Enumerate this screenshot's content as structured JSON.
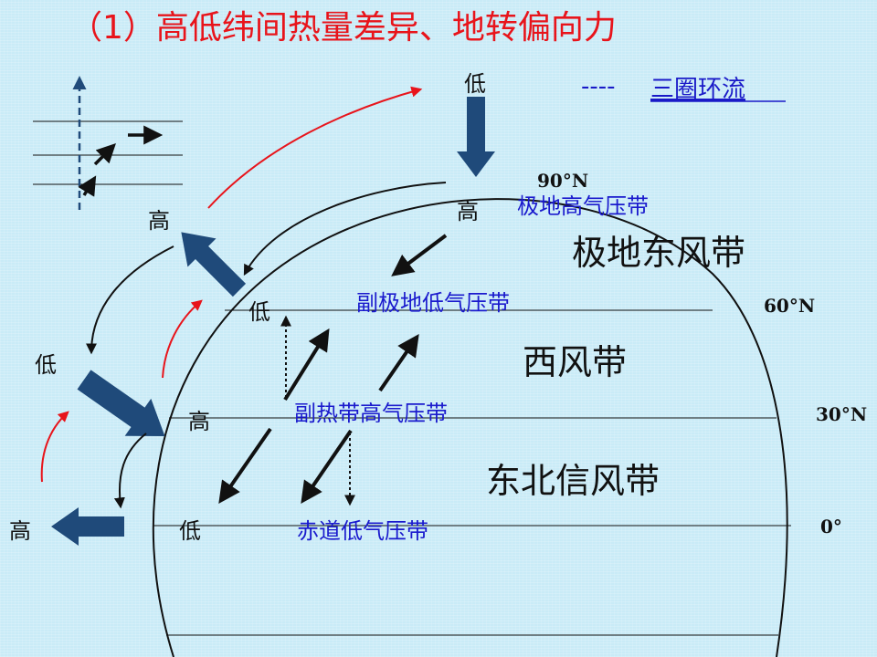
{
  "title": "（1）高低纬间热量差异、地转偏向力",
  "subtitle_sep": "----",
  "subtitle": "三圈环流",
  "latitudes": {
    "pole": "90°N",
    "lat60": "60°N",
    "lat30": "30°N",
    "equator": "0°"
  },
  "pressure_belts": {
    "polar_high": "极地高气压带",
    "subpolar_low": "副极地低气压带",
    "subtropical_high": "副热带高气压带",
    "equatorial_low": "赤道低气压带"
  },
  "wind_belts": {
    "polar_easterlies": "极地东风带",
    "westerlies": "西风带",
    "ne_trades": "东北信风带"
  },
  "pressure_marks": {
    "top_low": "低",
    "polar_high": "高",
    "upper_high_mid": "高",
    "subpolar_low": "低",
    "upper_low_left": "低",
    "subtropical_high": "高",
    "upper_high_left": "高",
    "equatorial_low": "低"
  },
  "colors": {
    "title": "#e8141b",
    "belt_text": "#1a1acd",
    "big_arrow": "#1f4a7a",
    "red_arrow": "#e8141b",
    "background": "#c9ebf7"
  }
}
